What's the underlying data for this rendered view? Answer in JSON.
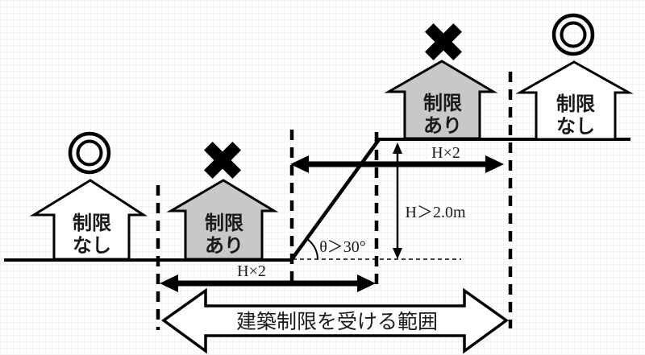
{
  "figure": {
    "description_title": "建築制限を受ける範囲",
    "houses": [
      {
        "id": "lower-ground-far",
        "line1": "制限",
        "line2": "なし",
        "marker": "double-circle",
        "fill": "#ffffff"
      },
      {
        "id": "lower-ground-near",
        "line1": "制限",
        "line2": "あり",
        "marker": "cross",
        "fill": "#c8c8c8"
      },
      {
        "id": "upper-ground-near",
        "line1": "制限",
        "line2": "あり",
        "marker": "cross",
        "fill": "#c8c8c8"
      },
      {
        "id": "upper-ground-far",
        "line1": "制限",
        "line2": "なし",
        "marker": "double-circle",
        "fill": "#ffffff"
      }
    ],
    "measurements": {
      "upper_distance": "H×2",
      "lower_distance": "H×2",
      "cliff_height": "H＞2.0m",
      "slope_angle": "θ＞30°"
    },
    "range_label": "建築制限を受ける範囲",
    "colors": {
      "line": "#000000",
      "restricted_fill": "#c8c8c8",
      "unrestricted_fill": "#ffffff",
      "background": "#ffffff"
    }
  }
}
